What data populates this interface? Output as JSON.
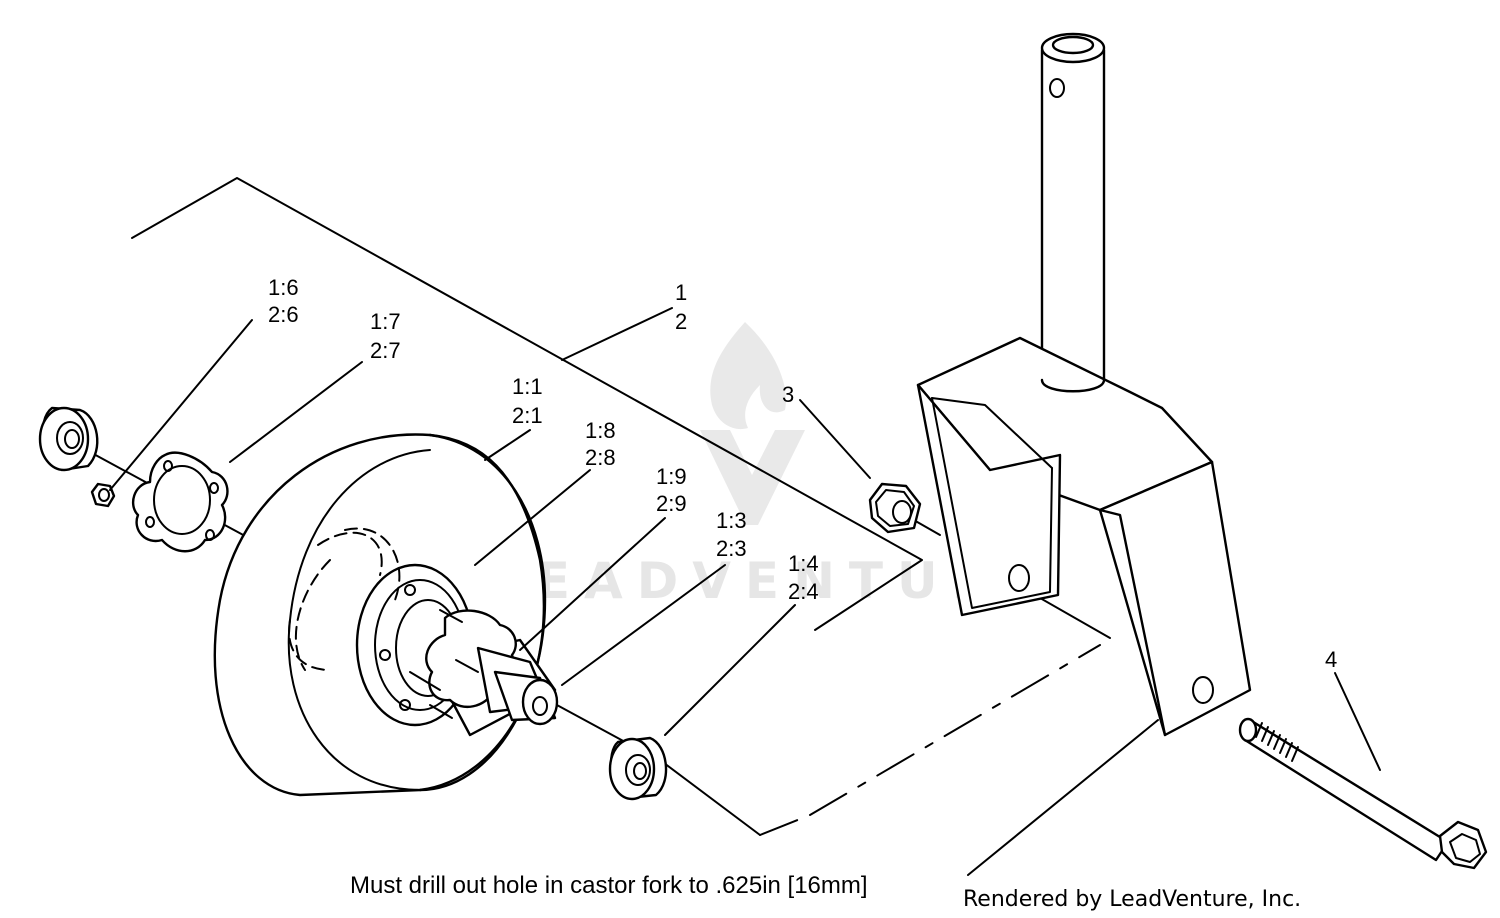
{
  "callouts": [
    {
      "id": "1-2",
      "line1": "1",
      "line2": "2"
    },
    {
      "id": "1-6",
      "line1": "1:6",
      "line2": "2:6"
    },
    {
      "id": "1-7",
      "line1": "1:7",
      "line2": "2:7"
    },
    {
      "id": "1-1",
      "line1": "1:1",
      "line2": "2:1"
    },
    {
      "id": "1-8",
      "line1": "1:8",
      "line2": "2:8"
    },
    {
      "id": "1-9",
      "line1": "1:9",
      "line2": "2:9"
    },
    {
      "id": "1-3",
      "line1": "1:3",
      "line2": "2:3"
    },
    {
      "id": "1-4",
      "line1": "1:4",
      "line2": "2:4"
    },
    {
      "id": "3",
      "line1": "3"
    },
    {
      "id": "4",
      "line1": "4"
    }
  ],
  "note": "Must drill out hole in castor fork to .625in [16mm]",
  "credit": "Rendered by LeadVenture, Inc.",
  "watermark": "LEADVENTURE",
  "colors": {
    "line": "#000000",
    "watermark": "#dcdcdc"
  }
}
